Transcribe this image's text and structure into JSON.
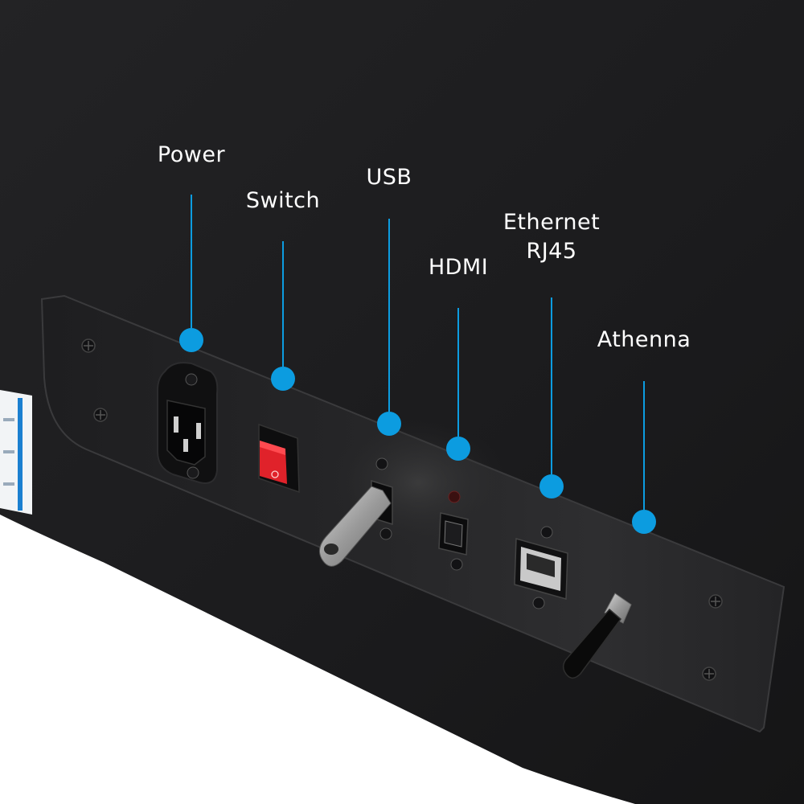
{
  "callouts": {
    "power": "Power",
    "switch": "Switch",
    "usb": "USB",
    "hdmi": "HDMI",
    "ethernet_line1": "Ethernet",
    "ethernet_line2": "RJ45",
    "antenna": "Athenna"
  },
  "colors": {
    "enclosure": "#1c1c1e",
    "panel": "#202022",
    "accent": "#0c9ce0",
    "switch_red": "#e0222a",
    "background": "#ffffff"
  },
  "icons": [
    "power-inlet-icon",
    "rocker-switch-icon",
    "usb-drive-icon",
    "hdmi-port-icon",
    "rj45-port-icon",
    "antenna-icon",
    "screw-icon"
  ]
}
